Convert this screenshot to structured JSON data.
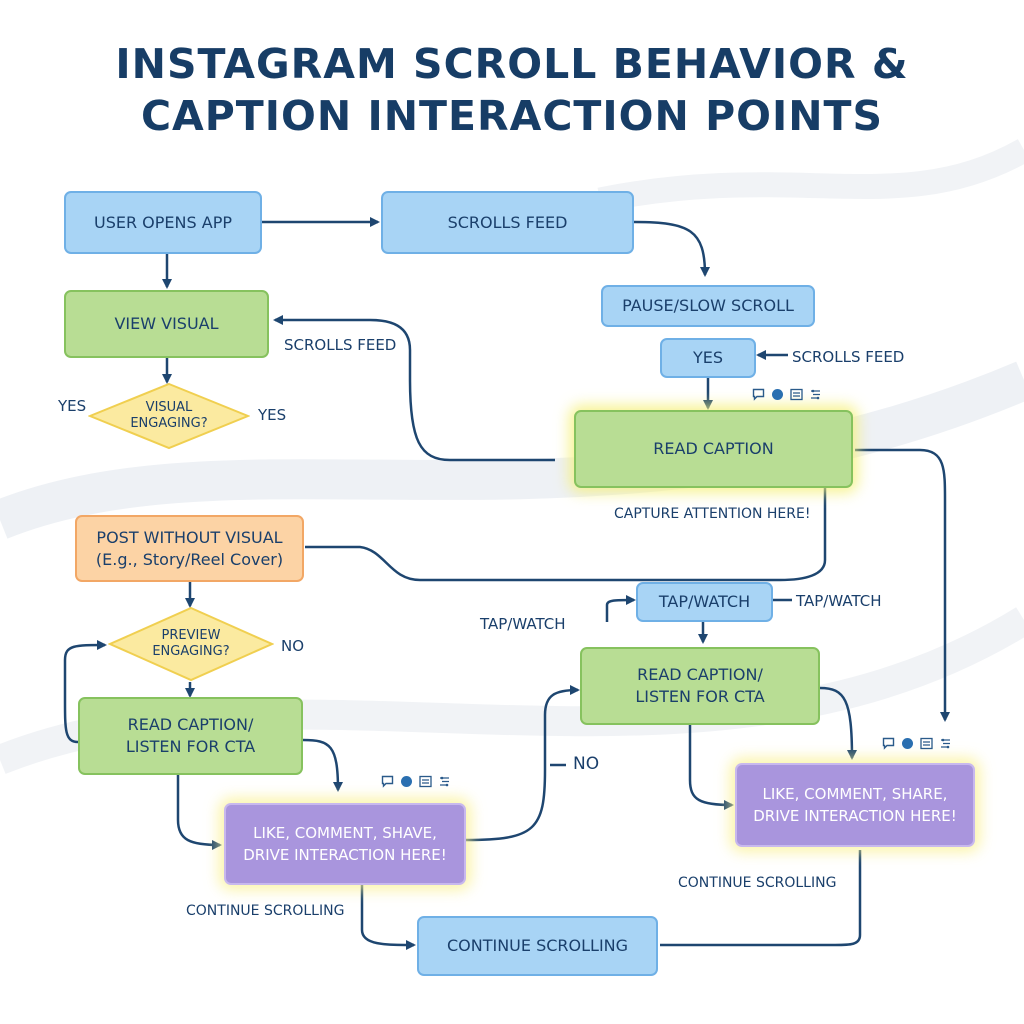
{
  "title_line1": "INSTAGRAM SCROLL BEHAVIOR &",
  "title_line2": "CAPTION INTERACTION POINTS",
  "nodes": {
    "user_opens_app": "USER OPENS APP",
    "scrolls_feed": "SCROLLS FEED",
    "pause_slow_scroll": "PAUSE/SLOW SCROLL",
    "yes_box": "YES",
    "view_visual": "VIEW VISUAL",
    "visual_engaging_l1": "VISUAL",
    "visual_engaging_l2": "ENGAGING?",
    "read_caption": "READ CAPTION",
    "post_without_visual_l1": "POST WITHOUT VISUAL",
    "post_without_visual_l2": "(E.g., Story/Reel Cover)",
    "preview_engaging_l1": "PREVIEW",
    "preview_engaging_l2": "ENGAGING?",
    "read_caption_cta_left_l1": "READ CAPTION/",
    "read_caption_cta_left_l2": "LISTEN FOR CTA",
    "tap_watch": "TAP/WATCH",
    "read_caption_cta_right_l1": "READ CAPTION/",
    "read_caption_cta_right_l2": "LISTEN FOR CTA",
    "like_left_l1": "LIKE, COMMENT, SHAVE,",
    "like_left_l2": "DRIVE INTERACTION HERE!",
    "like_right_l1": "LIKE, COMMENT, SHARE,",
    "like_right_l2": "DRIVE INTERACTION HERE!",
    "continue_scrolling": "CONTINUE SCROLLING"
  },
  "labels": {
    "scrolls_feed_left": "SCROLLS FEED",
    "scrolls_feed_right": "SCROLLS FEED",
    "yes_left": "YES",
    "yes_right": "YES",
    "capture_attention": "CAPTURE ATTENTION HERE!",
    "no_preview": "NO",
    "tap_watch_left": "TAP/WATCH",
    "tap_watch_right": "TAP/WATCH",
    "no_mid": "NO",
    "continue_scrolling_left": "CONTINUE SCROLLING",
    "continue_scrolling_right": "CONTINUE SCROLLING"
  },
  "icon_names": [
    "comment-icon",
    "dot-icon",
    "caption-icon",
    "filter-icon"
  ],
  "colors": {
    "arrow": "#1e4670",
    "blue_fill": "#a8d4f5",
    "green_fill": "#b8dd94",
    "orange_fill": "#fcd3a5",
    "purple_fill": "#a995dd",
    "glow": "#f5f078"
  }
}
